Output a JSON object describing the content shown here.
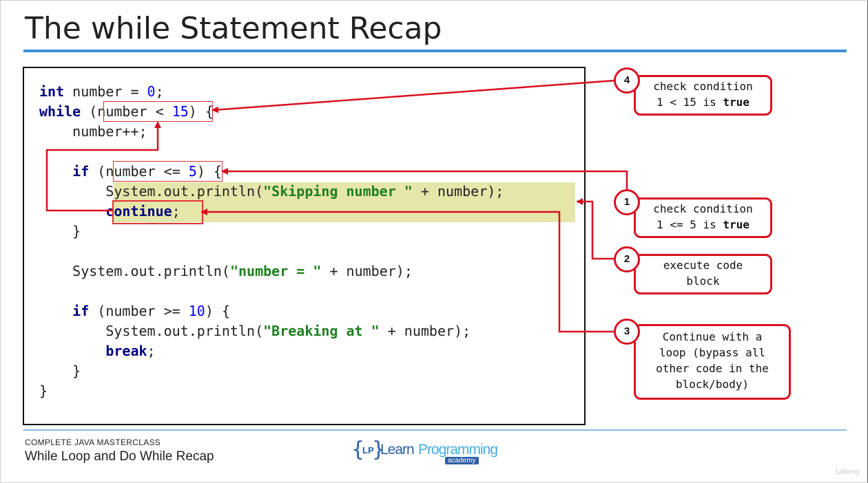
{
  "slide": {
    "title": "The while Statement Recap",
    "footer_course": "COMPLETE JAVA MASTERCLASS",
    "footer_lesson": "While Loop and Do While Recap",
    "watermark": "Udemy"
  },
  "logo": {
    "brace_open": "{",
    "initials": "LP",
    "brace_close": "}",
    "word1": "Learn",
    "word2": "Programming",
    "tag": "academy"
  },
  "code": {
    "l1": {
      "kw": "int",
      "rest": " number = ",
      "num": "0",
      "end": ";"
    },
    "l2": {
      "kw": "while",
      "pre": " (",
      "cond": "number < ",
      "num": "15",
      "end": ") {"
    },
    "l3": {
      "text": "    number++;"
    },
    "l4": {
      "indent": "    ",
      "kw": "if",
      "pre": " (",
      "cond": "number <= ",
      "num": "5",
      "end": ") {"
    },
    "l5": {
      "indent": "        ",
      "pre": "System.out.println(",
      "str": "\"Skipping number \"",
      "end": " + number);"
    },
    "l6": {
      "indent": "        ",
      "kw": "continue",
      "end": ";"
    },
    "l7": {
      "text": "    }"
    },
    "l8": {
      "indent": "    ",
      "pre": "System.out.println(",
      "str": "\"number = \"",
      "end": " + number);"
    },
    "l9": {
      "indent": "    ",
      "kw": "if",
      "pre": " (number >= ",
      "num": "10",
      "end": ") {"
    },
    "l10": {
      "indent": "        ",
      "pre": "System.out.println(",
      "str": "\"Breaking at \"",
      "end": " + number);"
    },
    "l11": {
      "indent": "        ",
      "kw": "break",
      "end": ";"
    },
    "l12": {
      "text": "    }"
    },
    "l13": {
      "text": "}"
    }
  },
  "callouts": [
    {
      "step": "4",
      "line1": "check condition",
      "line2a": "1 < 15 is ",
      "line2b": "true"
    },
    {
      "step": "1",
      "line1": "check condition",
      "line2a": "1 <= 5 is ",
      "line2b": "true"
    },
    {
      "step": "2",
      "line1": "execute code",
      "line2": "block"
    },
    {
      "step": "3",
      "line1": "Continue with a",
      "line2": "loop (bypass all",
      "line3": "other code in the",
      "line4": "block/body)"
    }
  ],
  "colors": {
    "accent_rule": "#3a8fd6",
    "arrow_red": "#d80f1f",
    "keyword": "#000080",
    "number": "#0000ff",
    "string": "#1e7f1e",
    "highlight": "#e6e6ab"
  }
}
